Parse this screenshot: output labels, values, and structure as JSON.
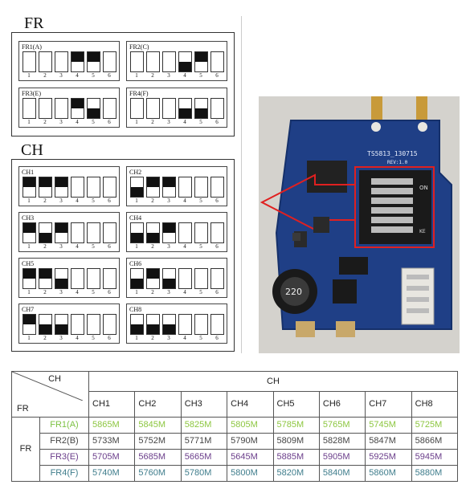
{
  "sections": {
    "fr_title": "FR",
    "ch_title": "CH"
  },
  "fr_switches": [
    {
      "label": "FR1(A)",
      "on": [
        4,
        5
      ],
      "pos": {
        "4": "top",
        "5": "top"
      }
    },
    {
      "label": "FR2(C)",
      "on": [
        4,
        5
      ],
      "pos": {
        "4": "bottom",
        "5": "top"
      }
    },
    {
      "label": "FR3(E)",
      "on": [
        4,
        5
      ],
      "pos": {
        "4": "top",
        "5": "bottom"
      }
    },
    {
      "label": "FR4(F)",
      "on": [
        4,
        5
      ],
      "pos": {
        "4": "bottom",
        "5": "bottom"
      }
    }
  ],
  "ch_switches": [
    {
      "label": "CH1",
      "pos": {
        "1": "top",
        "2": "top",
        "3": "top"
      }
    },
    {
      "label": "CH2",
      "pos": {
        "1": "bottom",
        "2": "top",
        "3": "top"
      }
    },
    {
      "label": "CH3",
      "pos": {
        "1": "top",
        "2": "bottom",
        "3": "top"
      }
    },
    {
      "label": "CH4",
      "pos": {
        "1": "bottom",
        "2": "bottom",
        "3": "top"
      }
    },
    {
      "label": "CH5",
      "pos": {
        "1": "top",
        "2": "top",
        "3": "bottom"
      }
    },
    {
      "label": "CH6",
      "pos": {
        "1": "bottom",
        "2": "top",
        "3": "bottom"
      }
    },
    {
      "label": "CH7",
      "pos": {
        "1": "top",
        "2": "bottom",
        "3": "bottom"
      }
    },
    {
      "label": "CH8",
      "pos": {
        "1": "bottom",
        "2": "bottom",
        "3": "bottom"
      }
    }
  ],
  "switch_numbers": [
    "1",
    "2",
    "3",
    "4",
    "5",
    "6"
  ],
  "photo": {
    "board_label": "TS5813_130715",
    "board_rev": "REV:1.0",
    "switch_label": "ON",
    "switch_side": "KE",
    "inductor_label": "220"
  },
  "table": {
    "corner_top": "CH",
    "corner_bottom": "FR",
    "ch_header": "CH",
    "fr_label": "FR",
    "columns": [
      "CH1",
      "CH2",
      "CH3",
      "CH4",
      "CH5",
      "CH6",
      "CH7",
      "CH8"
    ],
    "rows": [
      {
        "band": "FR1(A)",
        "color": "#7cc242",
        "values": [
          "5865M",
          "5845M",
          "5825M",
          "5805M",
          "5785M",
          "5765M",
          "5745M",
          "5725M"
        ]
      },
      {
        "band": "FR2(B)",
        "color": "#444444",
        "values": [
          "5733M",
          "5752M",
          "5771M",
          "5790M",
          "5809M",
          "5828M",
          "5847M",
          "5866M"
        ]
      },
      {
        "band": "FR3(E)",
        "color": "#6a3d8a",
        "values": [
          "5705M",
          "5685M",
          "5665M",
          "5645M",
          "5885M",
          "5905M",
          "5925M",
          "5945M"
        ]
      },
      {
        "band": "FR4(F)",
        "color": "#3f7d8c",
        "values": [
          "5740M",
          "5760M",
          "5780M",
          "5800M",
          "5820M",
          "5840M",
          "5860M",
          "5880M"
        ]
      }
    ]
  },
  "colors": {
    "fr1_green": "#7cc242",
    "value_green": "#8cc63f",
    "arrow_red": "#e02020",
    "pcb_blue": "#1f3f86"
  }
}
